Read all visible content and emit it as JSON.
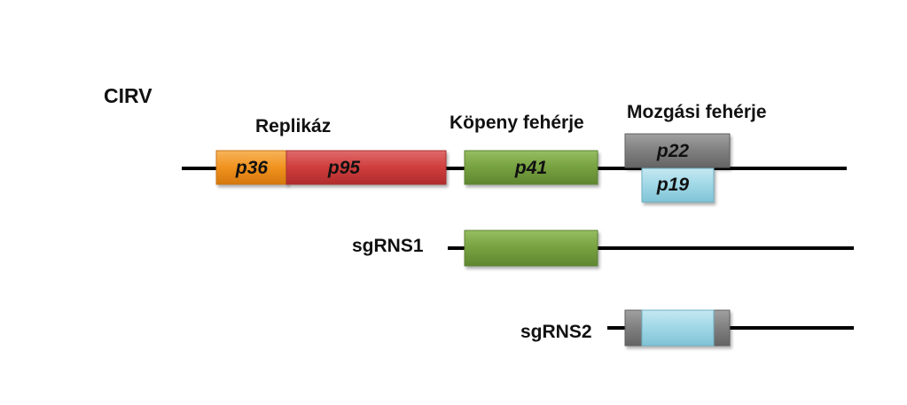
{
  "diagram": {
    "virus_label": "CIRV",
    "groups": {
      "replicase": "Replikáz",
      "coat": "Köpeny fehérje",
      "movement": "Mozgási fehérje"
    },
    "genes": {
      "p36": "p36",
      "p95": "p95",
      "p41": "p41",
      "p22": "p22",
      "p19": "p19"
    },
    "subgenomic": {
      "sg1": "sgRNS1",
      "sg2": "sgRNS2"
    },
    "colors": {
      "p36": "#f0921e",
      "p95": "#cf3d3d",
      "p41": "#76a140",
      "p22": "#7f7f7f",
      "p19": "#9fd7e6",
      "line": "#000000"
    }
  }
}
